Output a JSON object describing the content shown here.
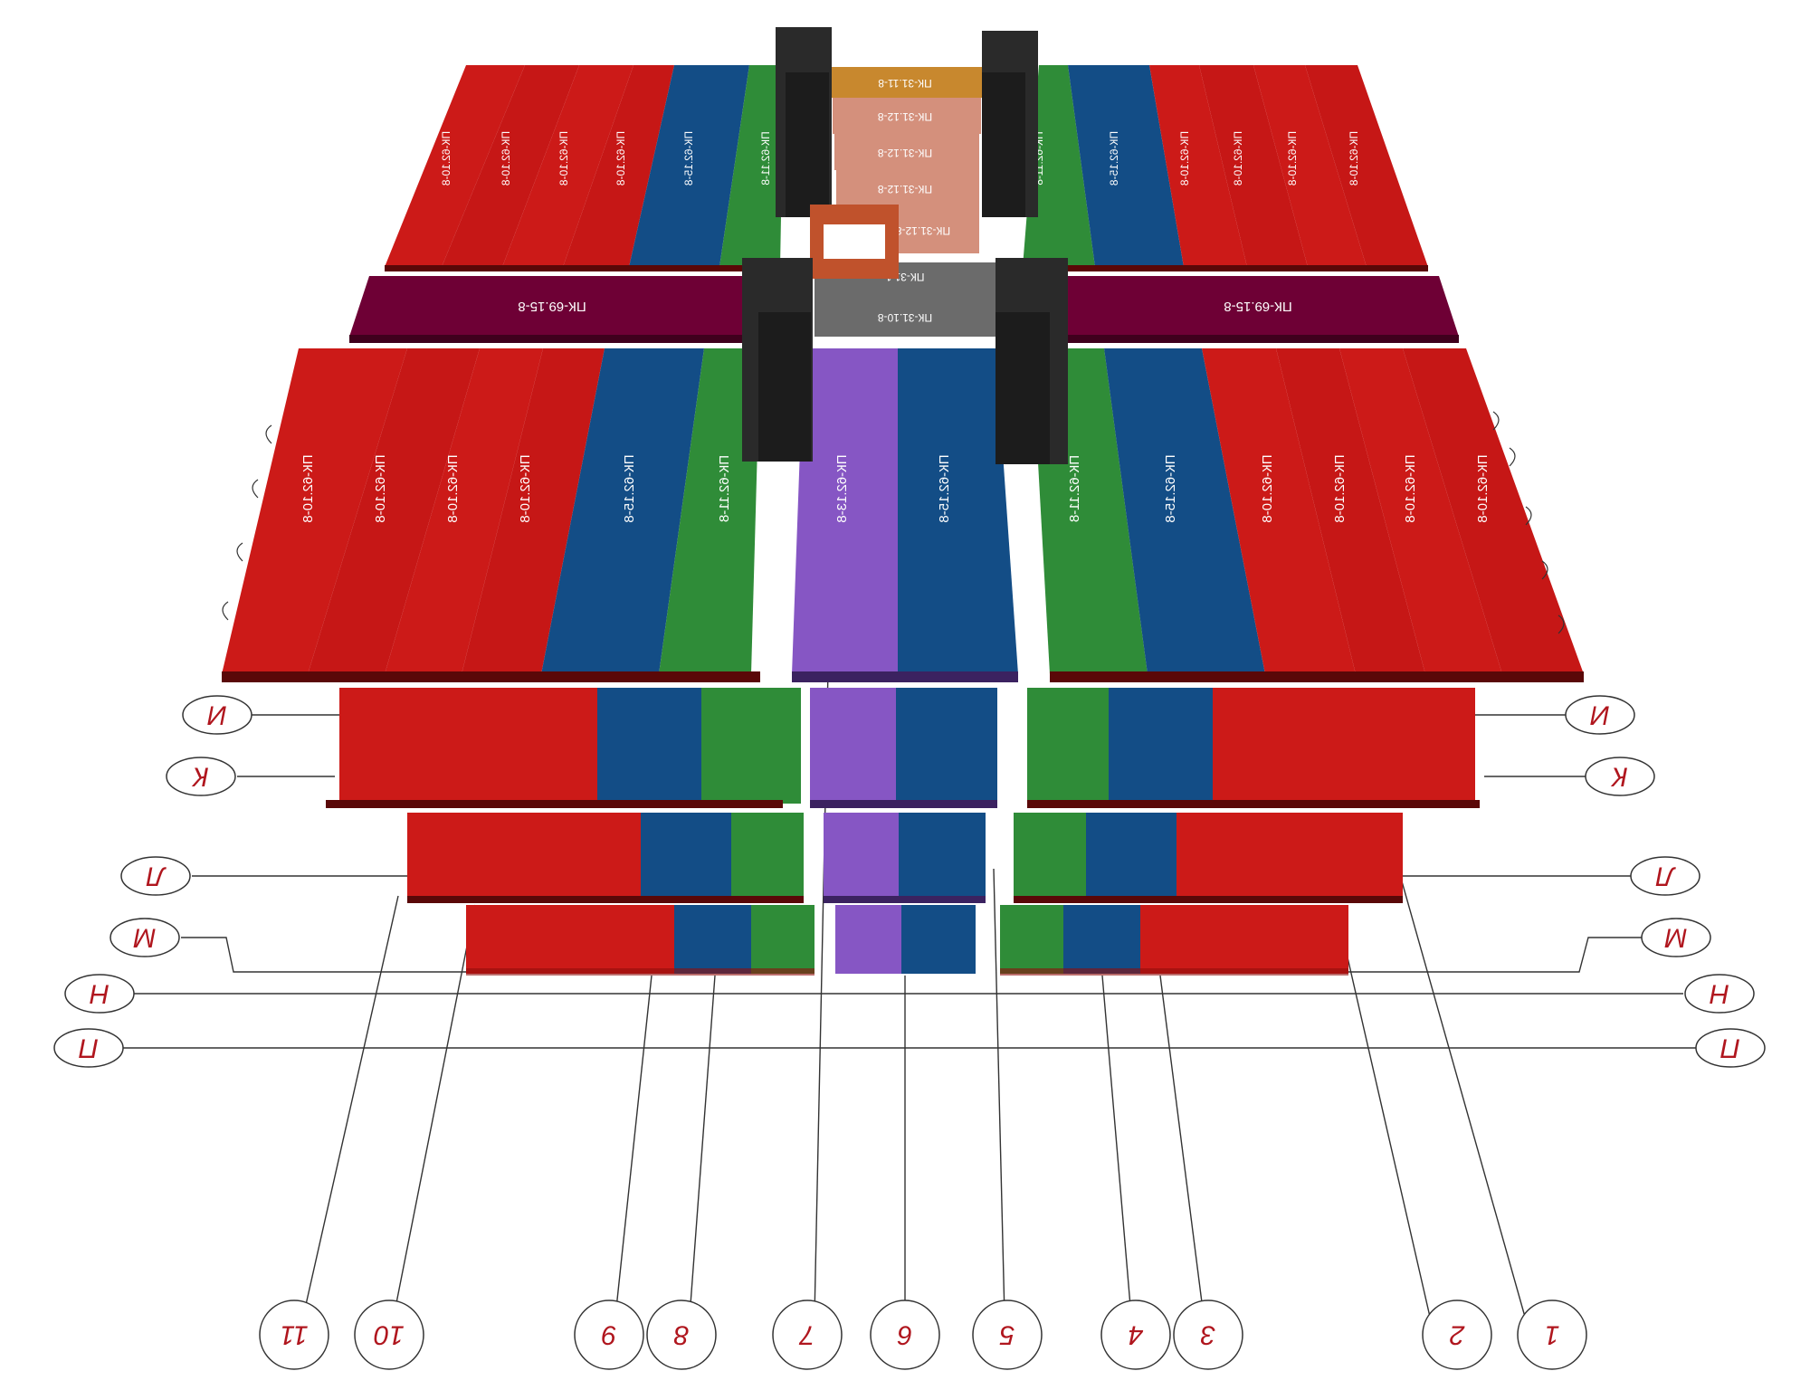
{
  "colors": {
    "red": "#cc1a18",
    "red_dark": "#8f0d0c",
    "blue": "#134d86",
    "blue_dark": "#0b2f55",
    "green": "#2f8c38",
    "green_dark": "#1b5a21",
    "violet": "#8656c4",
    "violet_dark": "#55338a",
    "maroon": "#6e0035",
    "maroon_dark": "#3f001d",
    "salmon": "#d4907c",
    "orange": "#c8882e",
    "grey": "#6b6b6b",
    "chimney": "#2a2a2a",
    "brick": "#c0522c",
    "line": "#333333",
    "label": "#b0161e"
  },
  "axes_rows": [
    "И",
    "К",
    "Л",
    "М",
    "Н",
    "П"
  ],
  "axes_columns": [
    "1",
    "2",
    "3",
    "4",
    "5",
    "6",
    "7",
    "8",
    "9",
    "10",
    "11"
  ],
  "slab_labels": {
    "red_long": "ПК-62.10-8",
    "blue_long": "ПК-62.15-8",
    "green_long": "ПК-62.11-8",
    "violet_long": "ПК-62.13-8",
    "maroon_left": "ПК-69.15-8",
    "maroon_right": "ПК-69.15-8",
    "short_orange": "ПК-31.11-8",
    "short_salmon": "ПК-31.12-8",
    "short_grey": "ПК-31.1",
    "short_grey2": "ПК-31.10-8"
  }
}
